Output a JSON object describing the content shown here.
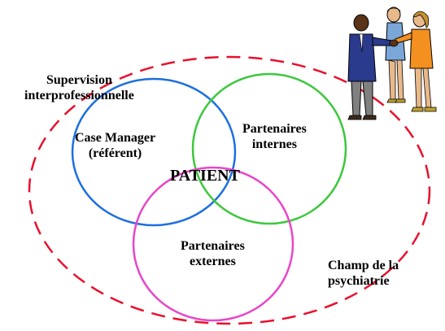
{
  "labels": {
    "supervision": [
      "Supervision",
      "interprofessionnelle"
    ],
    "case_manager": [
      "Case Manager",
      "(référent)"
    ],
    "partenaires_internes": [
      "Partenaires",
      "internes"
    ],
    "patient": "PATIENT",
    "partenaires_externes": [
      "Partenaires",
      "externes"
    ],
    "champ": [
      "Champ de la",
      "psychiatrie"
    ]
  },
  "colors": {
    "dashed_ellipse": "#e8112d",
    "case_manager_circle": "#1c6fe0",
    "internes_circle": "#3cc83c",
    "externes_circle": "#e846c8"
  },
  "clipart": {
    "icon": "people-handshake-icon"
  }
}
